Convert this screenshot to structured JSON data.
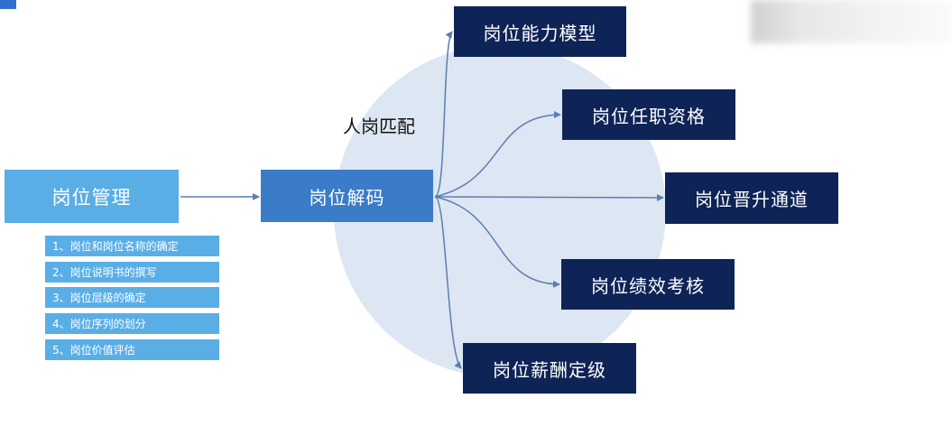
{
  "diagram": {
    "match_label": "人岗匹配",
    "source": "岗位管理",
    "center": "岗位解码",
    "targets": [
      "岗位能力模型",
      "岗位任职资格",
      "岗位晋升通道",
      "岗位绩效考核",
      "岗位薪酬定级"
    ],
    "source_items": [
      "1、岗位和岗位名称的确定",
      "2、岗位说明书的撰写",
      "3、岗位层级的确定",
      "4、岗位序列的划分",
      "5、岗位价值评估"
    ]
  },
  "colors": {
    "source_box": "#5aaee6",
    "center_box": "#3a7cc7",
    "target_box": "#0f2456",
    "circle": "#dde7f3",
    "arrow": "#5b7fb0"
  }
}
